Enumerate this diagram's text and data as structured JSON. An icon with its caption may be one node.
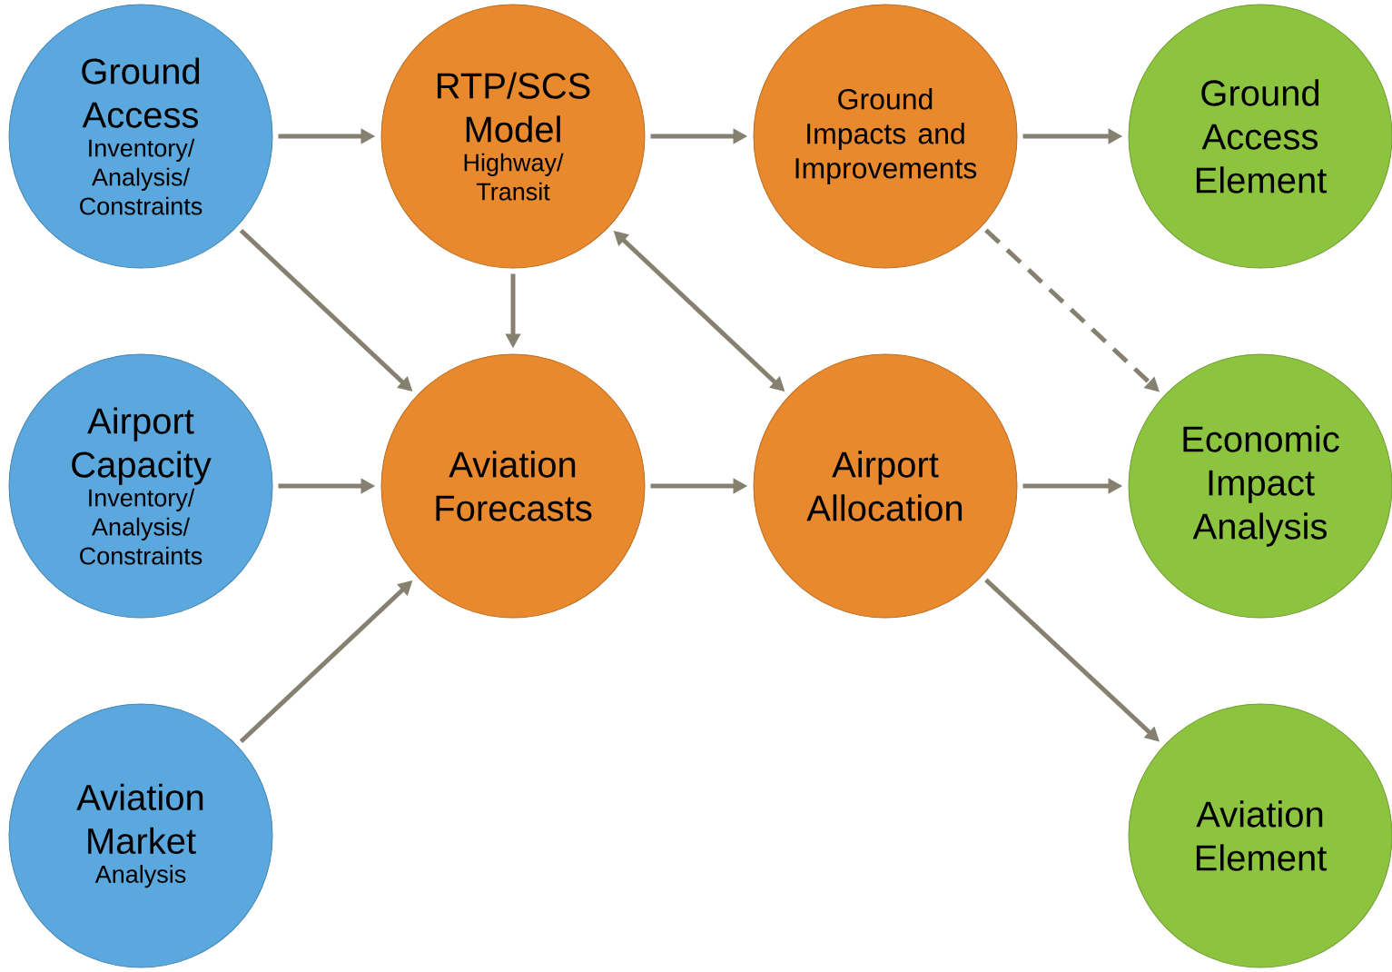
{
  "diagram": {
    "nodes": [
      {
        "text": [
          "Ground Access",
          "Inventory/ Analysis/ Constraints"
        ]
      },
      {
        "text": [
          "RTP/SCS Model",
          "Highway/ Transit"
        ]
      },
      {
        "text": [
          "Ground Impacts and Improvements"
        ]
      },
      {
        "text": [
          "Ground Access Element"
        ]
      },
      {
        "text": [
          "Airport Capacity",
          "Inventory/ Analysis/ Constraints"
        ]
      },
      {
        "text": [
          "Aviation Forecasts"
        ]
      },
      {
        "text": [
          "Airport Allocation"
        ]
      },
      {
        "text": [
          "Economic Impact Analysis"
        ]
      },
      {
        "text": [
          "Aviation Market",
          "Analysis"
        ]
      },
      {
        "text": [
          "Aviation Element"
        ]
      }
    ],
    "edges": [
      {
        "from": 0,
        "to": 1,
        "arrow": "to"
      },
      {
        "from": 1,
        "to": 2,
        "arrow": "to"
      },
      {
        "from": 2,
        "to": 3,
        "arrow": "to"
      },
      {
        "from": 0,
        "to": 5,
        "arrow": "to"
      },
      {
        "from": 1,
        "to": 5,
        "arrow": "to"
      },
      {
        "from": 6,
        "to": 1,
        "arrow": "both"
      },
      {
        "from": 2,
        "to": 7,
        "arrow": "to",
        "style": "dashed"
      },
      {
        "from": 4,
        "to": 5,
        "arrow": "to"
      },
      {
        "from": 5,
        "to": 6,
        "arrow": "to"
      },
      {
        "from": 6,
        "to": 7,
        "arrow": "to"
      },
      {
        "from": 8,
        "to": 5,
        "arrow": "to"
      },
      {
        "from": 6,
        "to": 9,
        "arrow": "to"
      }
    ]
  }
}
